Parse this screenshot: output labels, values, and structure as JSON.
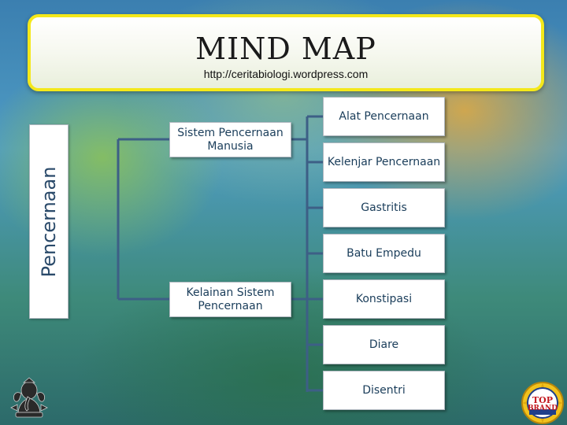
{
  "header": {
    "title": "MIND MAP",
    "subtitle": "http://ceritabiologi.wordpress.com"
  },
  "mindmap": {
    "root": "Pencernaan",
    "branches": [
      {
        "label": "Sistem Pencernaan Manusia",
        "children": [
          "Alat Pencernaan",
          "Kelenjar Pencernaan"
        ]
      },
      {
        "label": "Kelainan Sistem Pencernaan",
        "children": [
          "Gastritis",
          "Batu Empedu",
          "Konstipasi",
          "Diare",
          "Disentri"
        ]
      }
    ]
  },
  "logos": {
    "right_badge_top": "TOP",
    "right_badge_bottom": "BRAND"
  },
  "colors": {
    "title_border": "#f4e81a",
    "connector": "#3d5f86",
    "node_text": "#1a3d5a"
  }
}
